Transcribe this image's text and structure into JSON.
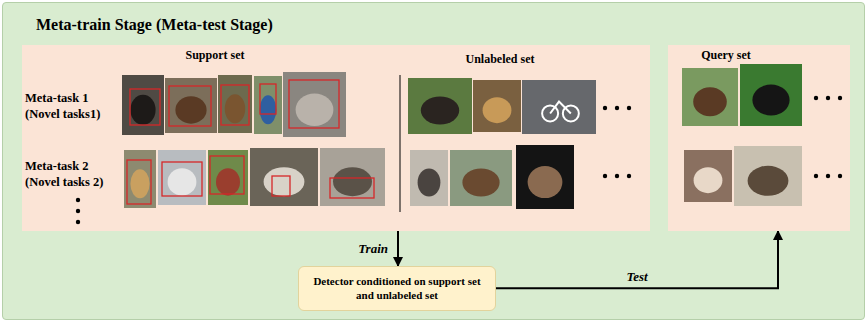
{
  "diagram": {
    "nodes": [
      {
        "text": [
          "Meta-train Stage (Meta-test Stage)"
        ]
      },
      {
        "text": [
          "Support set",
          "Unlabeled set",
          "Meta-task 1 (Novel tasks1)",
          "Meta-task 2 (Novel tasks 2)"
        ],
        "in": 0
      },
      {
        "text": [
          "Query set"
        ],
        "in": 0
      },
      {
        "text": [
          "Detector conditioned on support set and unlabeled set"
        ],
        "in": 0
      }
    ],
    "edges": [
      {
        "from": 1,
        "to": 3,
        "arrow": "to",
        "label": "Train"
      },
      {
        "from": 3,
        "to": 2,
        "arrow": "to",
        "label": "Test"
      }
    ]
  }
}
